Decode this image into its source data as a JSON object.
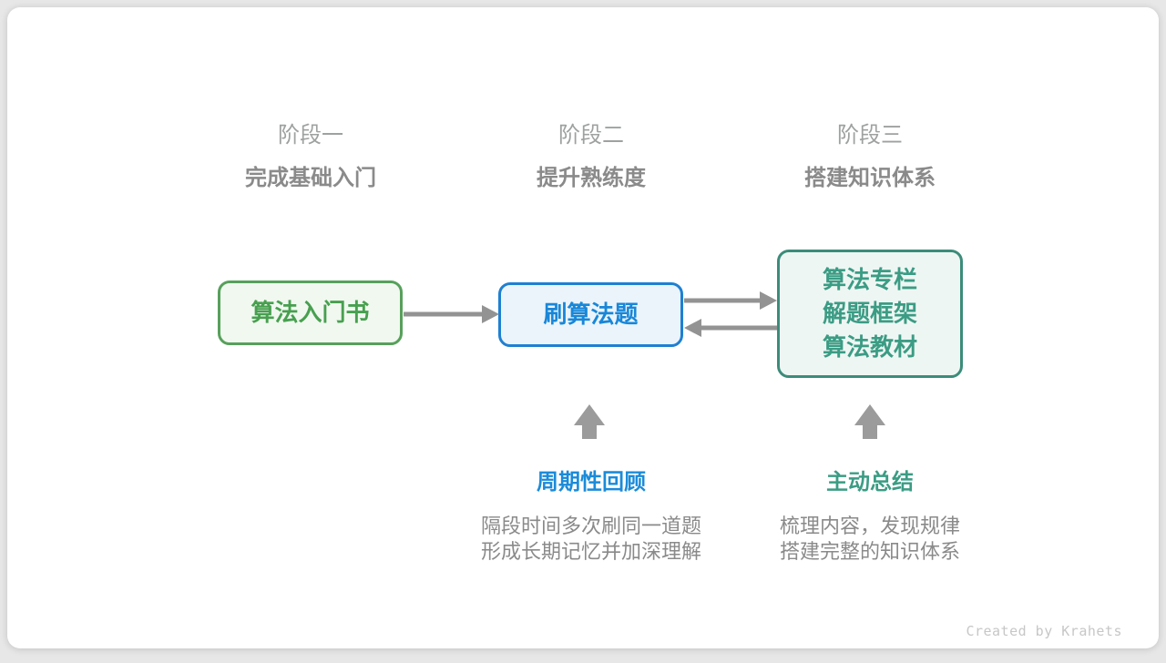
{
  "watermark": "Created by Krahets",
  "stages": [
    {
      "label": "阶段一",
      "subtitle": "完成基础入门"
    },
    {
      "label": "阶段二",
      "subtitle": "提升熟练度"
    },
    {
      "label": "阶段三",
      "subtitle": "搭建知识体系"
    }
  ],
  "nodes": [
    {
      "id": "intro-book",
      "theme": "green",
      "lines": [
        "算法入门书"
      ]
    },
    {
      "id": "practice-problems",
      "theme": "blue",
      "lines": [
        "刷算法题"
      ]
    },
    {
      "id": "knowledge-sources",
      "theme": "teal",
      "lines": [
        "算法专栏",
        "解题框架",
        "算法教材"
      ]
    }
  ],
  "annotations": [
    {
      "title": "周期性回顾",
      "theme": "blue",
      "desc_lines": [
        "隔段时间多次刷同一道题",
        "形成长期记忆并加深理解"
      ]
    },
    {
      "title": "主动总结",
      "theme": "teal",
      "desc_lines": [
        "梳理内容，发现规律",
        "搭建完整的知识体系"
      ]
    }
  ],
  "palette": {
    "green_border": "#57a05b",
    "green_bg": "#f1f8f0",
    "green_text": "#47a04f",
    "blue_border": "#1e80d2",
    "blue_bg": "#ebf4fb",
    "blue_text": "#1987d8",
    "teal_border": "#3c8c7a",
    "teal_bg": "#eef6f3",
    "teal_text": "#3b9c84",
    "arrow_gray": "#939393",
    "block_arrow_gray": "#9b9b9b",
    "label_gray": "#9fa1a1",
    "text_gray": "#8a8a8a",
    "watermark_gray": "#c7c7c7"
  }
}
